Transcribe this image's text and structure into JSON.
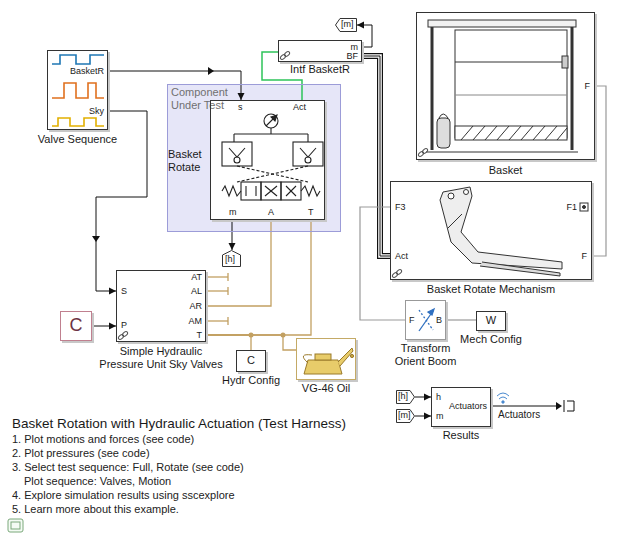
{
  "diagram": {
    "title": "Basket Rotation with Hydraulic Actuation (Test Harness)",
    "nodes": [
      {
        "text": [
          "BasketR",
          "Sky",
          "Valve Sequence"
        ]
      },
      {
        "text": [
          "Component Under Test",
          "Basket Rotate"
        ]
      },
      {
        "text": [
          "s",
          "Act",
          "m",
          "A",
          "T"
        ],
        "in": 1
      },
      {
        "text": [
          "[m]"
        ]
      },
      {
        "text": [
          "m",
          "BF",
          "Intf BasketR"
        ]
      },
      {
        "text": [
          "F",
          "Basket"
        ]
      },
      {
        "text": [
          "F3",
          "F1",
          "Act",
          "F",
          "Basket Rotate Mechanism"
        ]
      },
      {
        "text": [
          "[h]"
        ]
      },
      {
        "text": [
          "S",
          "P",
          "AT",
          "AL",
          "AR",
          "AM",
          "T",
          "Simple Hydraulic Pressure Unit Sky Valves"
        ]
      },
      {
        "text": [
          "C"
        ]
      },
      {
        "text": [
          "C",
          "Hydr Config"
        ]
      },
      {
        "text": [
          "VG-46 Oil"
        ]
      },
      {
        "text": [
          "F",
          "B",
          "Transform Orient Boom"
        ]
      },
      {
        "text": [
          "W",
          "Mech Config"
        ]
      },
      {
        "text": [
          "[h]"
        ]
      },
      {
        "text": [
          "[m]"
        ]
      },
      {
        "text": [
          "h",
          "m",
          "Actuators",
          "Results"
        ]
      }
    ],
    "edges": [
      {
        "from": 0,
        "to": 2,
        "arrow": "to"
      },
      {
        "from": 0,
        "to": 8,
        "arrow": "to"
      },
      {
        "from": 9,
        "to": 8,
        "arrow": "to"
      },
      {
        "from": 2,
        "to": 7,
        "arrow": "to"
      },
      {
        "from": 2,
        "to": 8,
        "arrow": "none"
      },
      {
        "from": 2,
        "to": 8,
        "arrow": "none"
      },
      {
        "from": 10,
        "to": 8,
        "arrow": "none"
      },
      {
        "from": 11,
        "to": 8,
        "arrow": "none"
      },
      {
        "from": 4,
        "to": 3,
        "arrow": "to"
      },
      {
        "from": 2,
        "to": 4,
        "arrow": "none"
      },
      {
        "from": 4,
        "to": 6,
        "arrow": "none"
      },
      {
        "from": 5,
        "to": 6,
        "arrow": "none"
      },
      {
        "from": 6,
        "to": 12,
        "arrow": "none"
      },
      {
        "from": 12,
        "to": 13,
        "arrow": "none"
      },
      {
        "from": 14,
        "to": 16,
        "arrow": "to"
      },
      {
        "from": 15,
        "to": 16,
        "arrow": "to"
      }
    ],
    "labels": [
      "Actuators",
      "1. Plot motions and forces (see code)",
      "2. Plot pressures (see code)",
      "3. Select test sequence: Full, Rotate (see code)",
      "Plot sequence: Valves, Motion",
      "4. Explore simulation results using sscexplore",
      "5. Learn more about this example."
    ]
  }
}
